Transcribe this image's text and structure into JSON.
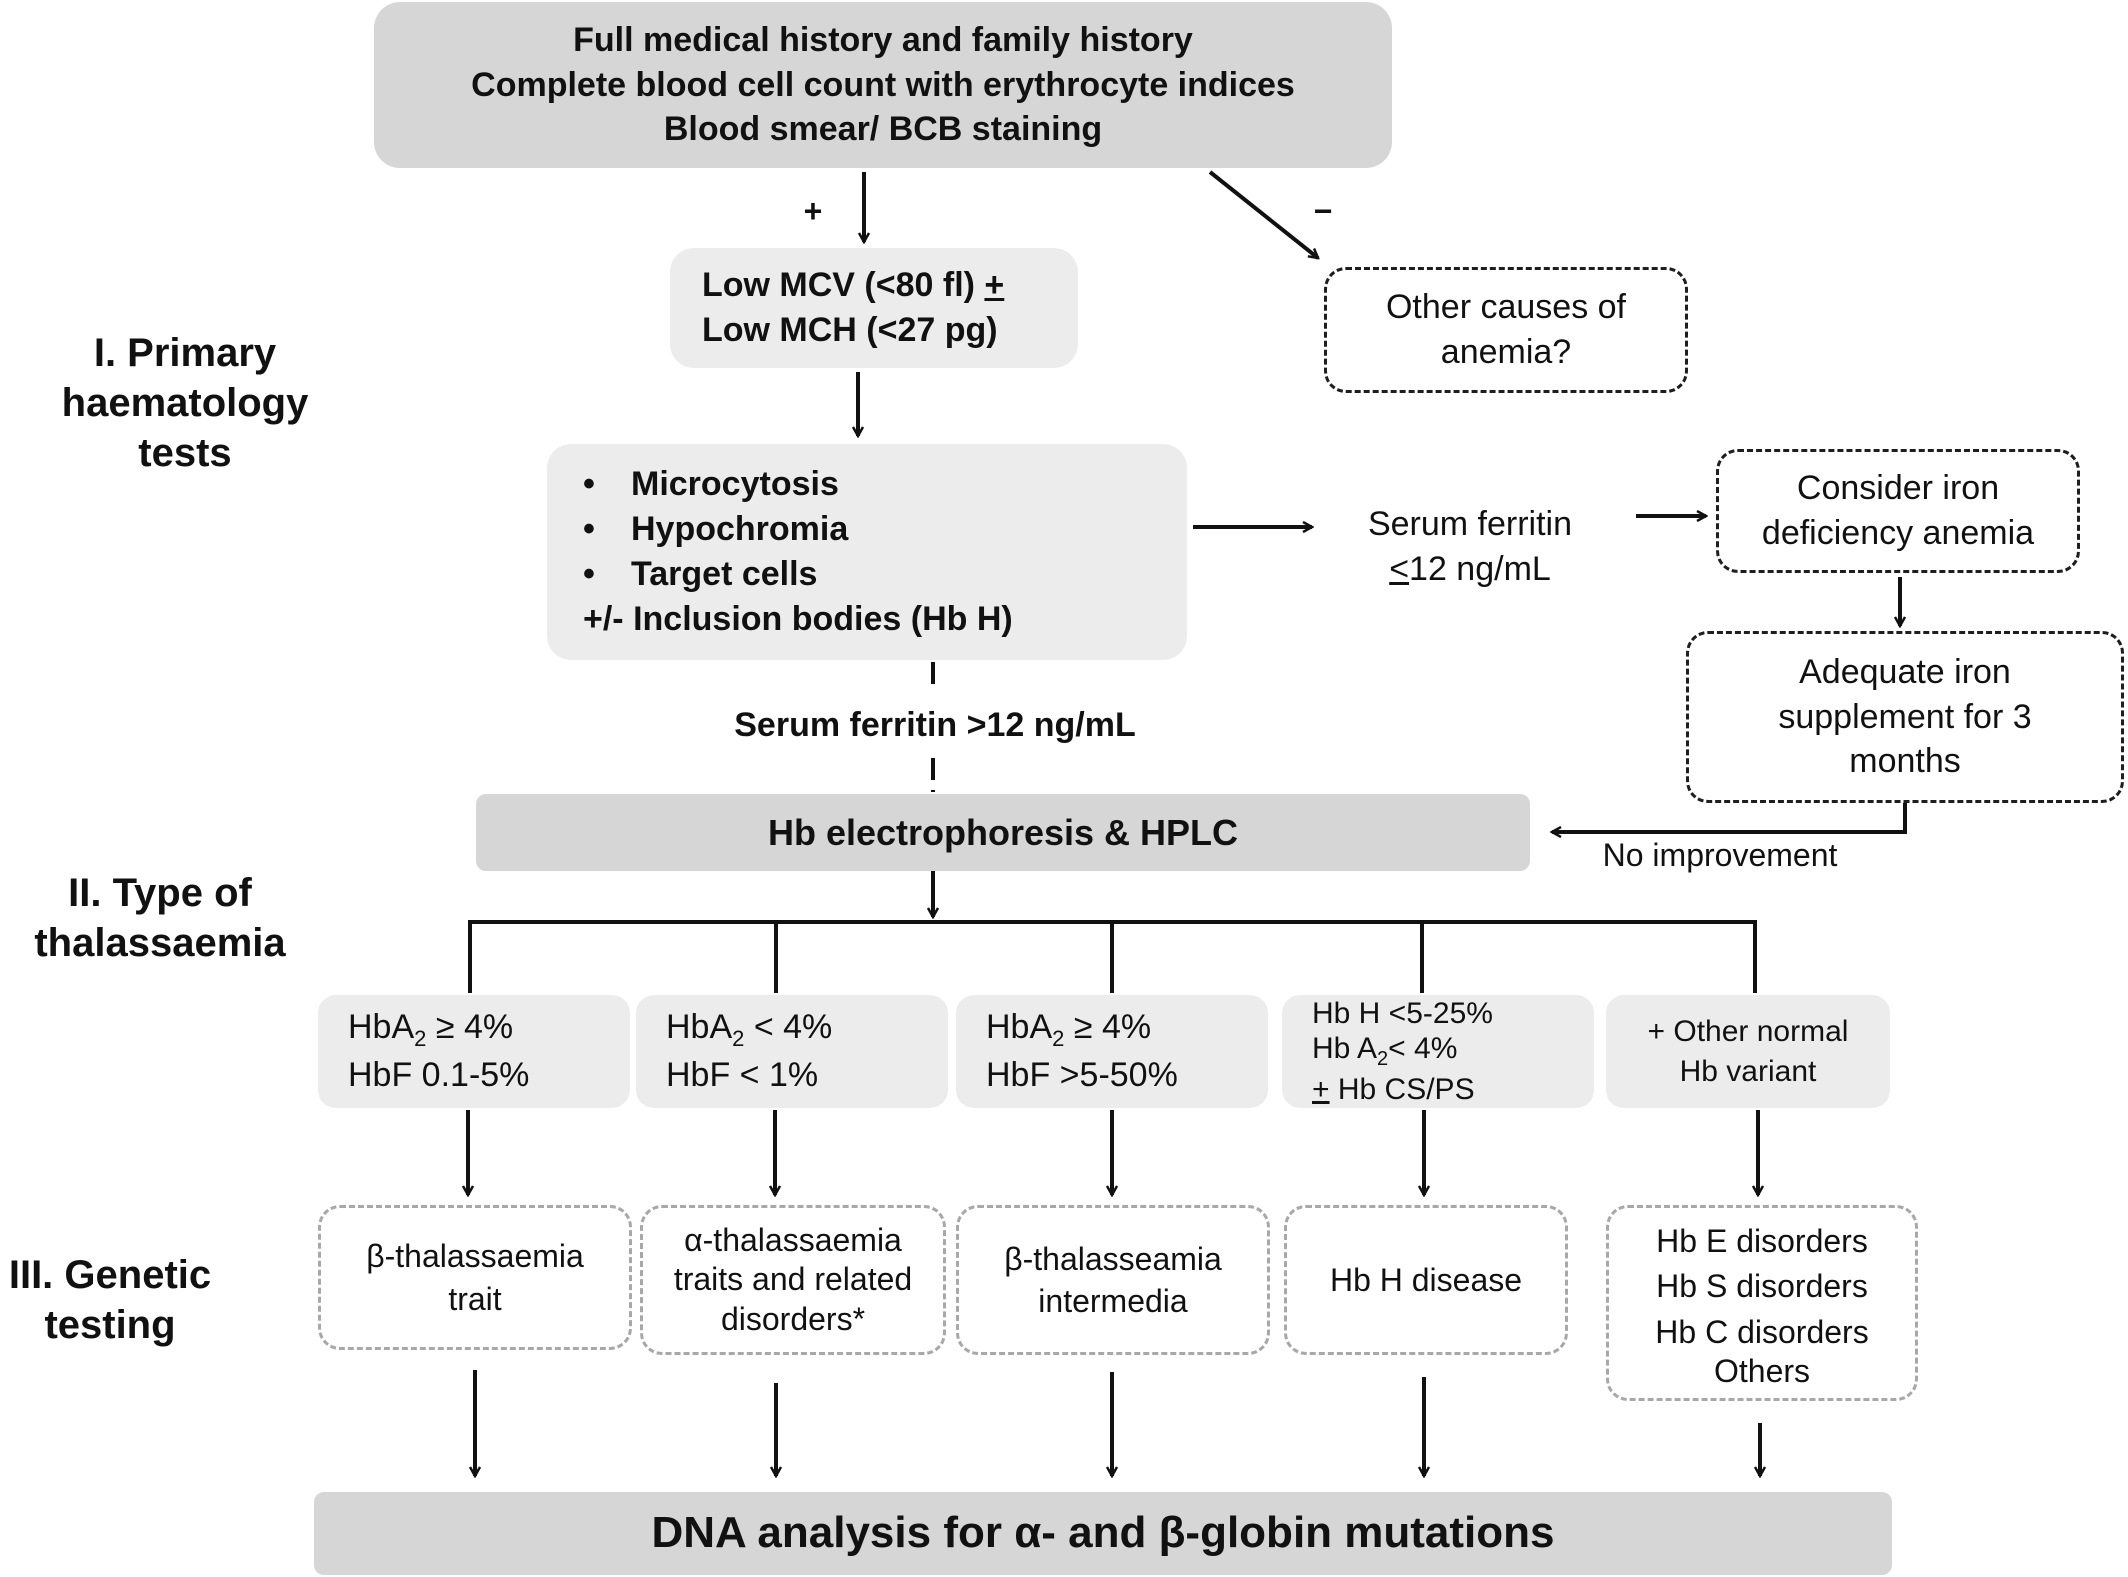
{
  "sections": {
    "primary": [
      "I. Primary",
      "haematology",
      "tests"
    ],
    "type": [
      "II. Type of",
      "thalassaemia"
    ],
    "genetic": [
      "III. Genetic",
      "testing"
    ]
  },
  "nodes": {
    "history": [
      "Full medical history and family history",
      "Complete blood cell count with erythrocyte indices",
      "Blood smear/ BCB staining"
    ],
    "plus_sign": "+",
    "minus_sign": "−",
    "low_mcv": "Low MCV (<80 fl) ",
    "low_mcv_pm": "+",
    "low_mch": "Low MCH (<27 pg)",
    "other_causes": [
      "Other causes of",
      "anemia?"
    ],
    "features_bullet": "•",
    "features": [
      "Microcytosis",
      "Hypochromia",
      "Target cells"
    ],
    "inclusion": "+/- Inclusion bodies (Hb H)",
    "serum_low_le": "<",
    "serum_low": [
      "Serum ferritin",
      "12 ng/mL"
    ],
    "iron_deficiency": [
      "Consider iron",
      "deficiency anemia"
    ],
    "iron_supplement": [
      "Adequate iron",
      "supplement for 3",
      "months"
    ],
    "serum_high": "Serum ferritin >12 ng/mL",
    "electrophoresis": "Hb electrophoresis & HPLC",
    "no_improvement": "No improvement",
    "dna": "DNA analysis for α- and β-globin mutations"
  },
  "results": [
    {
      "lines": [
        {
          "pre": "HbA",
          "sub": "2",
          "post": " ≥ 4%"
        },
        {
          "pre": "HbF 0.1-5%"
        }
      ],
      "outcome": [
        "β-thalassaemia",
        "trait"
      ]
    },
    {
      "lines": [
        {
          "pre": "HbA",
          "sub": "2",
          "post": " < 4%"
        },
        {
          "pre": "HbF < 1%"
        }
      ],
      "outcome": [
        "α-thalassaemia",
        "traits and related",
        "disorders*"
      ]
    },
    {
      "lines": [
        {
          "pre": "HbA",
          "sub": "2",
          "post": " ≥ 4%"
        },
        {
          "pre": "HbF >5-50%"
        }
      ],
      "outcome": [
        "β-thalasseamia",
        "intermedia"
      ]
    },
    {
      "lines": [
        {
          "pre": "Hb H <5-25%"
        },
        {
          "pre": "Hb A",
          "sub": "2",
          "post": "< 4%"
        },
        {
          "pm": "+",
          "post": " Hb CS/PS"
        }
      ],
      "outcome": [
        "Hb H disease"
      ]
    },
    {
      "lines": [
        {
          "pre": "+ Other normal"
        },
        {
          "pre": "Hb variant"
        }
      ],
      "outcome": [
        "Hb E disorders",
        "Hb S disorders",
        "Hb C disorders",
        "Others"
      ]
    }
  ]
}
